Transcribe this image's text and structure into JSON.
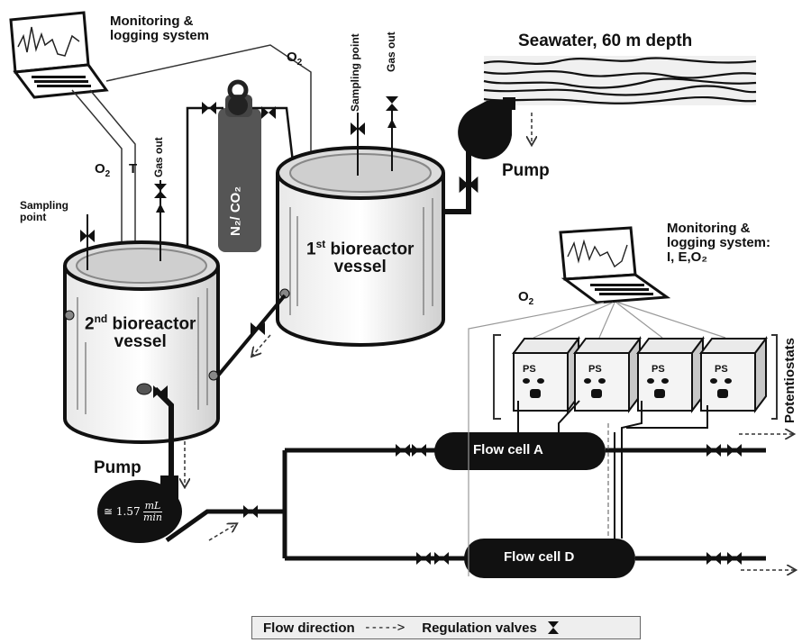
{
  "labels": {
    "monitoring_top": "Monitoring &\nlogging system",
    "o2_top": "O",
    "o2_left": "O",
    "t_left": "T",
    "gas_out_left": "Gas out",
    "sampling_left": "Sampling\npoint",
    "sampling_mid": "Sampling point",
    "gas_out_mid": "Gas out",
    "seawater": "Seawater, 60 m depth",
    "pump_top": "Pump",
    "bioreactor1": "bioreactor\nvessel",
    "bioreactor1_ord": "1",
    "bioreactor1_sup": "st",
    "bioreactor2": "bioreactor\nvessel",
    "bioreactor2_ord": "2",
    "bioreactor2_sup": "nd",
    "gas_cylinder": "N₂/ CO₂",
    "monitoring_right": "Monitoring &\nlogging system:\nI, E,O₂",
    "o2_right": "O",
    "potentiostats": "Potentiostats",
    "ps": [
      "PS",
      "PS",
      "PS",
      "PS"
    ],
    "pump_bottom": "Pump",
    "flow_rate": "≅ 1.57",
    "flow_unit_num": "mL",
    "flow_unit_den": "min",
    "flow_cell_a": "Flow cell A",
    "flow_cell_d": "Flow cell D",
    "subscript_2": "2"
  },
  "legend": {
    "flow_direction": "Flow direction",
    "arrow": "----->",
    "regulation_valves": "Regulation valves"
  }
}
